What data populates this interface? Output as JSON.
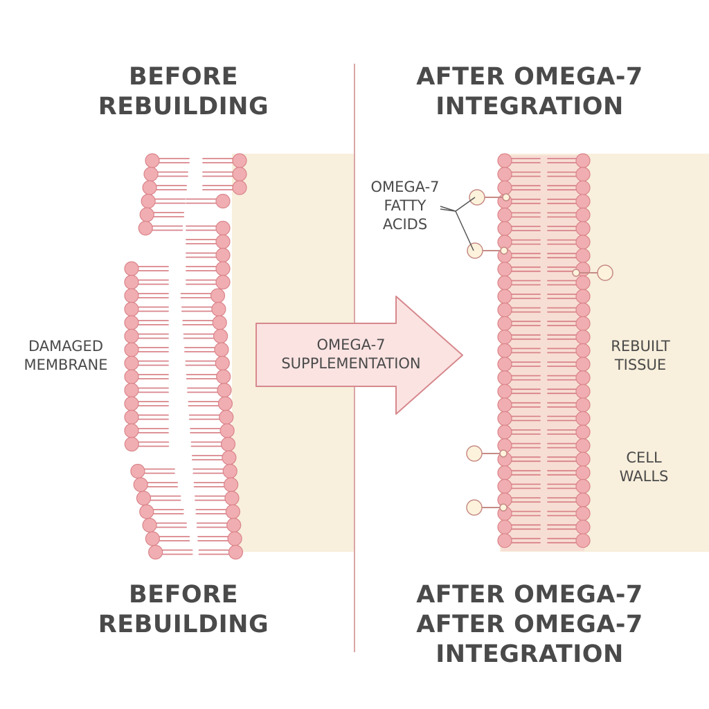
{
  "headings": {
    "before_top": "BEFORE\nREBUILDING",
    "after_top": "AFTER OMEGA-7\nINTEGRATION",
    "before_bottom": "BEFORE\nREBUILDING",
    "after_bottom": "AFTER OMEGA-7\nAFTER OMEGA-7\nINTEGRATION"
  },
  "labels": {
    "damaged": "DAMAGED\nMEMBRANE",
    "arrow": "OMEGA-7\nSUPPLEMENTATION",
    "fatty": "OMEGA-7\nFATTY\nACIDS",
    "rebuilt": "REBUILT\nTISSUE",
    "cell_walls": "CELL\nWALLS"
  },
  "colors": {
    "lipid_head": "#f1aeb2",
    "lipid_stroke": "#d9848a",
    "omega_head": "#fdf3dc",
    "omega_stroke": "#c68a85",
    "tissue": "#f8efdc",
    "arrow_fill": "#fbe3e2",
    "arrow_stroke": "#d6888c",
    "divider": "#d9a6a6",
    "text": "#4a4a4a"
  }
}
